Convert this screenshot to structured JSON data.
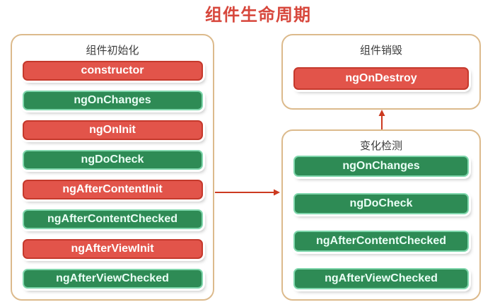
{
  "title": "组件生命周期",
  "colors": {
    "button_red": "#e2544a",
    "button_red_border": "#c5392c",
    "button_green": "#2e8b55",
    "button_green_border": "#7fd6ac",
    "panel_border": "#dcba8c",
    "title_text": "#d7473c",
    "arrow": "#cc3a20"
  },
  "panels": {
    "init": {
      "header": "组件初始化",
      "items": [
        {
          "label": "constructor",
          "color": "red"
        },
        {
          "label": "ngOnChanges",
          "color": "green"
        },
        {
          "label": "ngOnInit",
          "color": "red"
        },
        {
          "label": "ngDoCheck",
          "color": "green"
        },
        {
          "label": "ngAfterContentInit",
          "color": "red"
        },
        {
          "label": "ngAfterContentChecked",
          "color": "green"
        },
        {
          "label": "ngAfterViewInit",
          "color": "red"
        },
        {
          "label": "ngAfterViewChecked",
          "color": "green"
        }
      ]
    },
    "destroy": {
      "header": "组件销毁",
      "items": [
        {
          "label": "ngOnDestroy",
          "color": "red"
        }
      ]
    },
    "change_detection": {
      "header": "变化检测",
      "items": [
        {
          "label": "ngOnChanges",
          "color": "green"
        },
        {
          "label": "ngDoCheck",
          "color": "green"
        },
        {
          "label": "ngAfterContentChecked",
          "color": "green"
        },
        {
          "label": "ngAfterViewChecked",
          "color": "green"
        }
      ]
    }
  }
}
